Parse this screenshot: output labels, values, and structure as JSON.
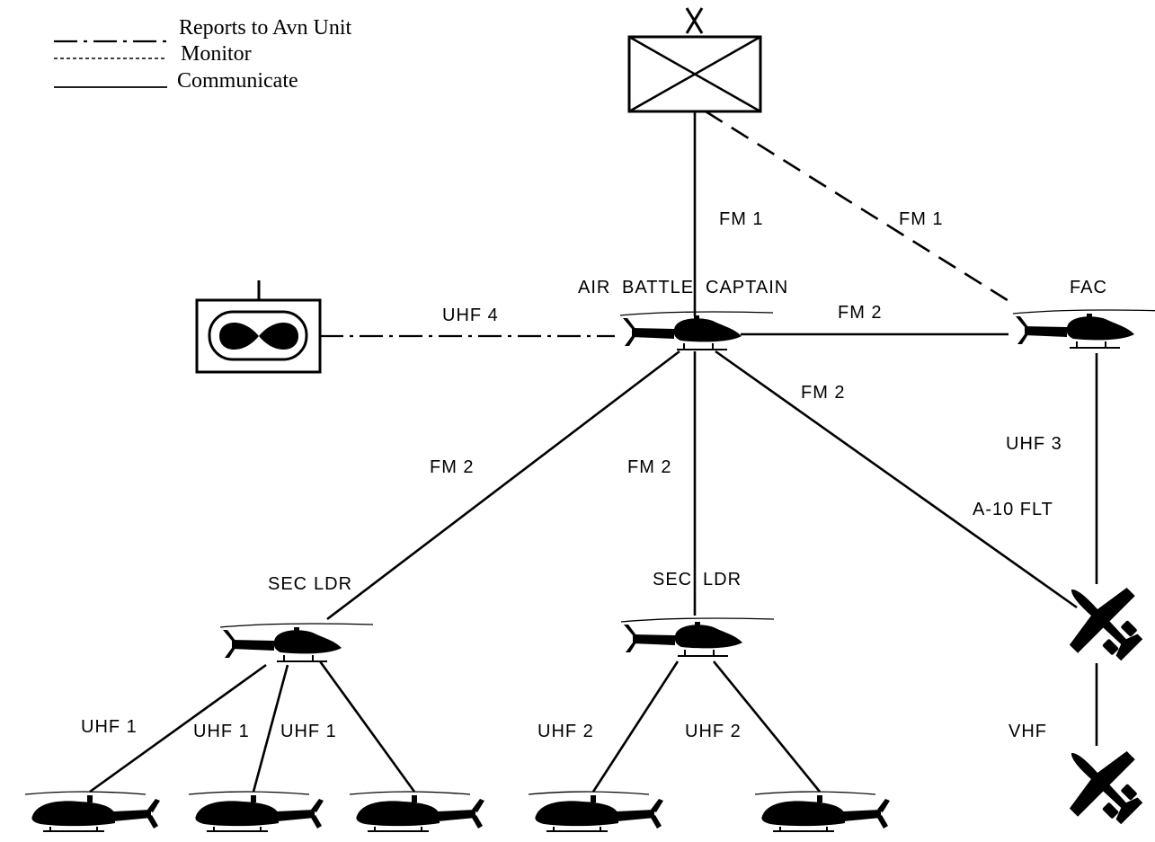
{
  "legend": {
    "reports_to_avn_unit": "Reports to Avn Unit",
    "monitor": "Monitor",
    "communicate": "Communicate"
  },
  "labels": {
    "fm1_left": "FM 1",
    "fm1_right": "FM 1",
    "air": "AIR",
    "battle": "BATTLE",
    "captain": "CAPTAIN",
    "fac": "FAC",
    "uhf4": "UHF 4",
    "fm2_fac": "FM 2",
    "fm2_diag": "FM 2",
    "fm2_left": "FM 2",
    "fm2_center": "FM 2",
    "uhf3": "UHF 3",
    "a10_flt": "A-10 FLT",
    "sec_ldr_left_1": "SEC",
    "sec_ldr_left_2": "LDR",
    "sec_ldr_center_1": "SEC",
    "sec_ldr_center_2": "LDR",
    "uhf1_a": "UHF 1",
    "uhf1_b": "UHF 1",
    "uhf1_c": "UHF 1",
    "uhf2_a": "UHF 2",
    "uhf2_b": "UHF 2",
    "vhf": "VHF"
  },
  "icons": {
    "brigade_hq": "brigade-hq-symbol-icon",
    "aviation_unit": "aviation-unit-symbol-icon",
    "scout_helicopter": "scout-helicopter-icon",
    "attack_helicopter": "attack-helicopter-icon",
    "a10_aircraft": "a10-aircraft-icon"
  },
  "colors": {
    "ink": "#000000",
    "background": "#ffffff"
  }
}
